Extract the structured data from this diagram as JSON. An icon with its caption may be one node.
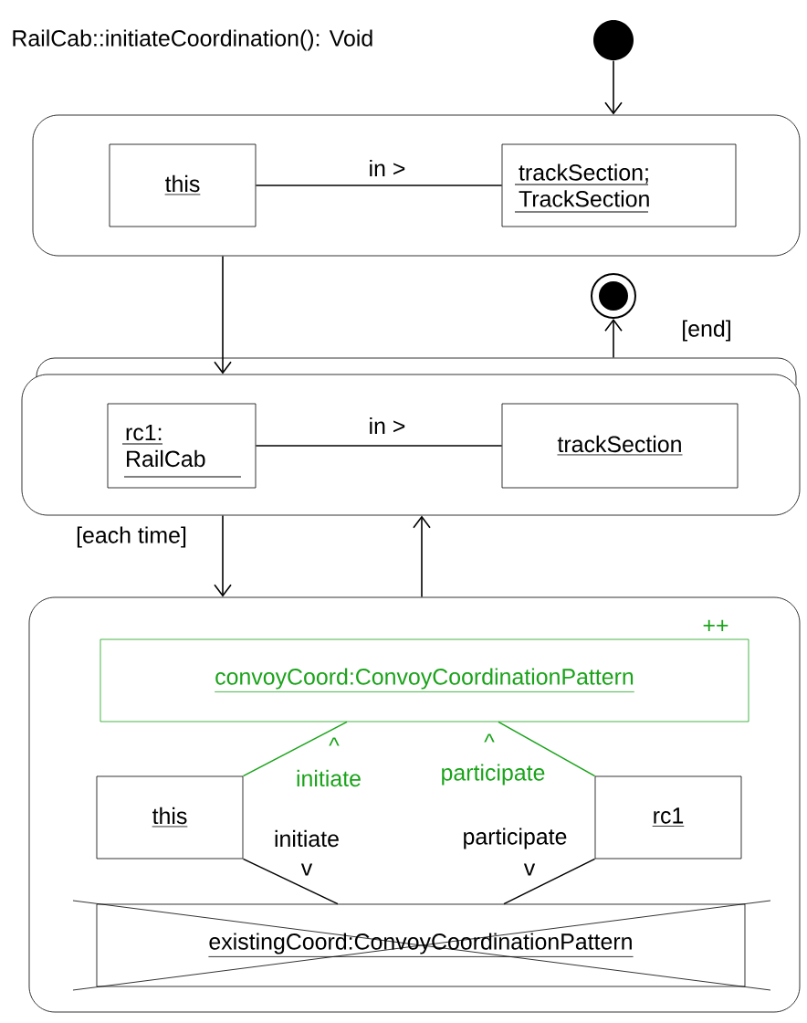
{
  "diagram": {
    "title": "RailCab::initiateCoordination(): Void",
    "nodes": [
      {
        "text": [],
        "shape": "circle"
      },
      {
        "text": [],
        "shape": "box"
      },
      {
        "text": [
          "this"
        ],
        "in": 1
      },
      {
        "text": [
          "trackSection; TrackSection"
        ],
        "in": 1
      },
      {
        "text": [],
        "shape": "circle"
      },
      {
        "text": [],
        "shape": "box"
      },
      {
        "text": [
          "rc1: RailCab"
        ],
        "in": 5
      },
      {
        "text": [
          "trackSection"
        ],
        "in": 5
      },
      {
        "text": [],
        "shape": "box"
      },
      {
        "text": [
          "convoyCoord:ConvoyCoordinationPattern"
        ],
        "beside": [
          "++"
        ],
        "in": 8
      },
      {
        "text": [
          "this"
        ],
        "in": 8
      },
      {
        "text": [
          "rc1"
        ],
        "in": 8
      },
      {
        "text": [
          "existingCoord:ConvoyCoordinationPattern"
        ],
        "in": 8
      }
    ],
    "edges": [
      {
        "from": 0,
        "to": 1,
        "arrow": "to"
      },
      {
        "from": 2,
        "to": 3,
        "arrow": "none",
        "label": "in >"
      },
      {
        "from": 1,
        "to": 5,
        "arrow": "to"
      },
      {
        "from": 5,
        "to": 4,
        "arrow": "to",
        "label": "[end]"
      },
      {
        "from": 6,
        "to": 7,
        "arrow": "none",
        "label": "in >"
      },
      {
        "from": 5,
        "to": 8,
        "arrow": "to",
        "label": "[each time]"
      },
      {
        "from": 8,
        "to": 5,
        "arrow": "to"
      },
      {
        "from": 10,
        "to": 9,
        "arrow": "none",
        "label": "initiate",
        "color": "#1aa31a"
      },
      {
        "from": 11,
        "to": 9,
        "arrow": "none",
        "label": "participate",
        "color": "#1aa31a"
      },
      {
        "from": 10,
        "to": 12,
        "arrow": "none",
        "label": "initiate"
      },
      {
        "from": 11,
        "to": 12,
        "arrow": "none",
        "label": "participate"
      }
    ],
    "labels": [
      "^",
      "^",
      "v",
      "v"
    ]
  }
}
